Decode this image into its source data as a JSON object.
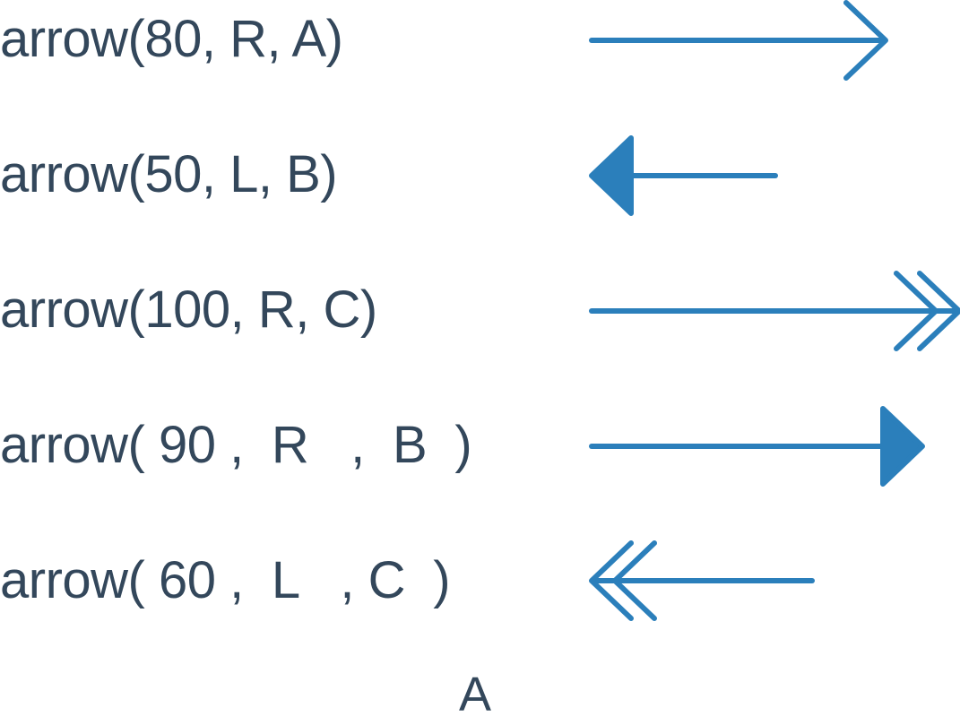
{
  "accent_color": "#2b7fbb",
  "text_color": "#33475b",
  "rows": [
    {
      "label": "arrow(80, R, A)",
      "length": 80,
      "direction": "R",
      "head": "A"
    },
    {
      "label": "arrow(50, L, B)",
      "length": 50,
      "direction": "L",
      "head": "B"
    },
    {
      "label": "arrow(100, R, C)",
      "length": 100,
      "direction": "R",
      "head": "C"
    },
    {
      "label": "arrow( 90 ,  R   ,  B  )",
      "length": 90,
      "direction": "R",
      "head": "B"
    },
    {
      "label": "arrow( 60 ,  L   , C  )",
      "length": 60,
      "direction": "L",
      "head": "C"
    }
  ],
  "caption": "A"
}
